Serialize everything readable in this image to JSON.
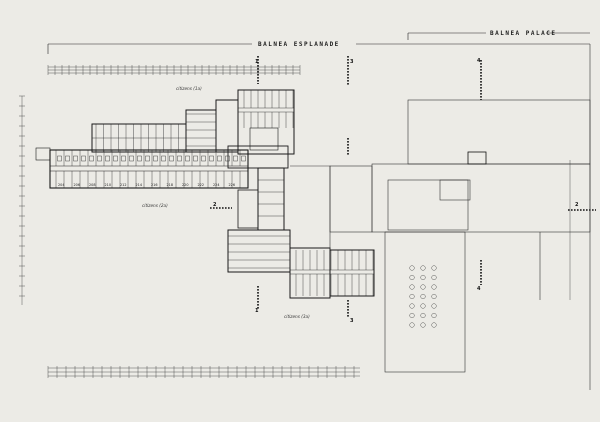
{
  "headings": {
    "esplanade": "BALNEA ESPLANADE",
    "palace": "BALNEA PALACE"
  },
  "notes": {
    "upper_wing": "citizens (1a)",
    "main_wing": "citizens (2a)",
    "lower_wing": "citizens (3a)"
  },
  "section_marks": {
    "s1_top": "1",
    "s1_bottom": "1",
    "s2_top": "2",
    "s2_bottom": "2",
    "s3_top": "3",
    "s3_bottom": "3",
    "s4_top": "4",
    "s4_bottom": "4"
  },
  "room_tags": [
    "204",
    "206",
    "208",
    "210",
    "212",
    "214",
    "216",
    "218",
    "220",
    "222",
    "224",
    "226"
  ]
}
